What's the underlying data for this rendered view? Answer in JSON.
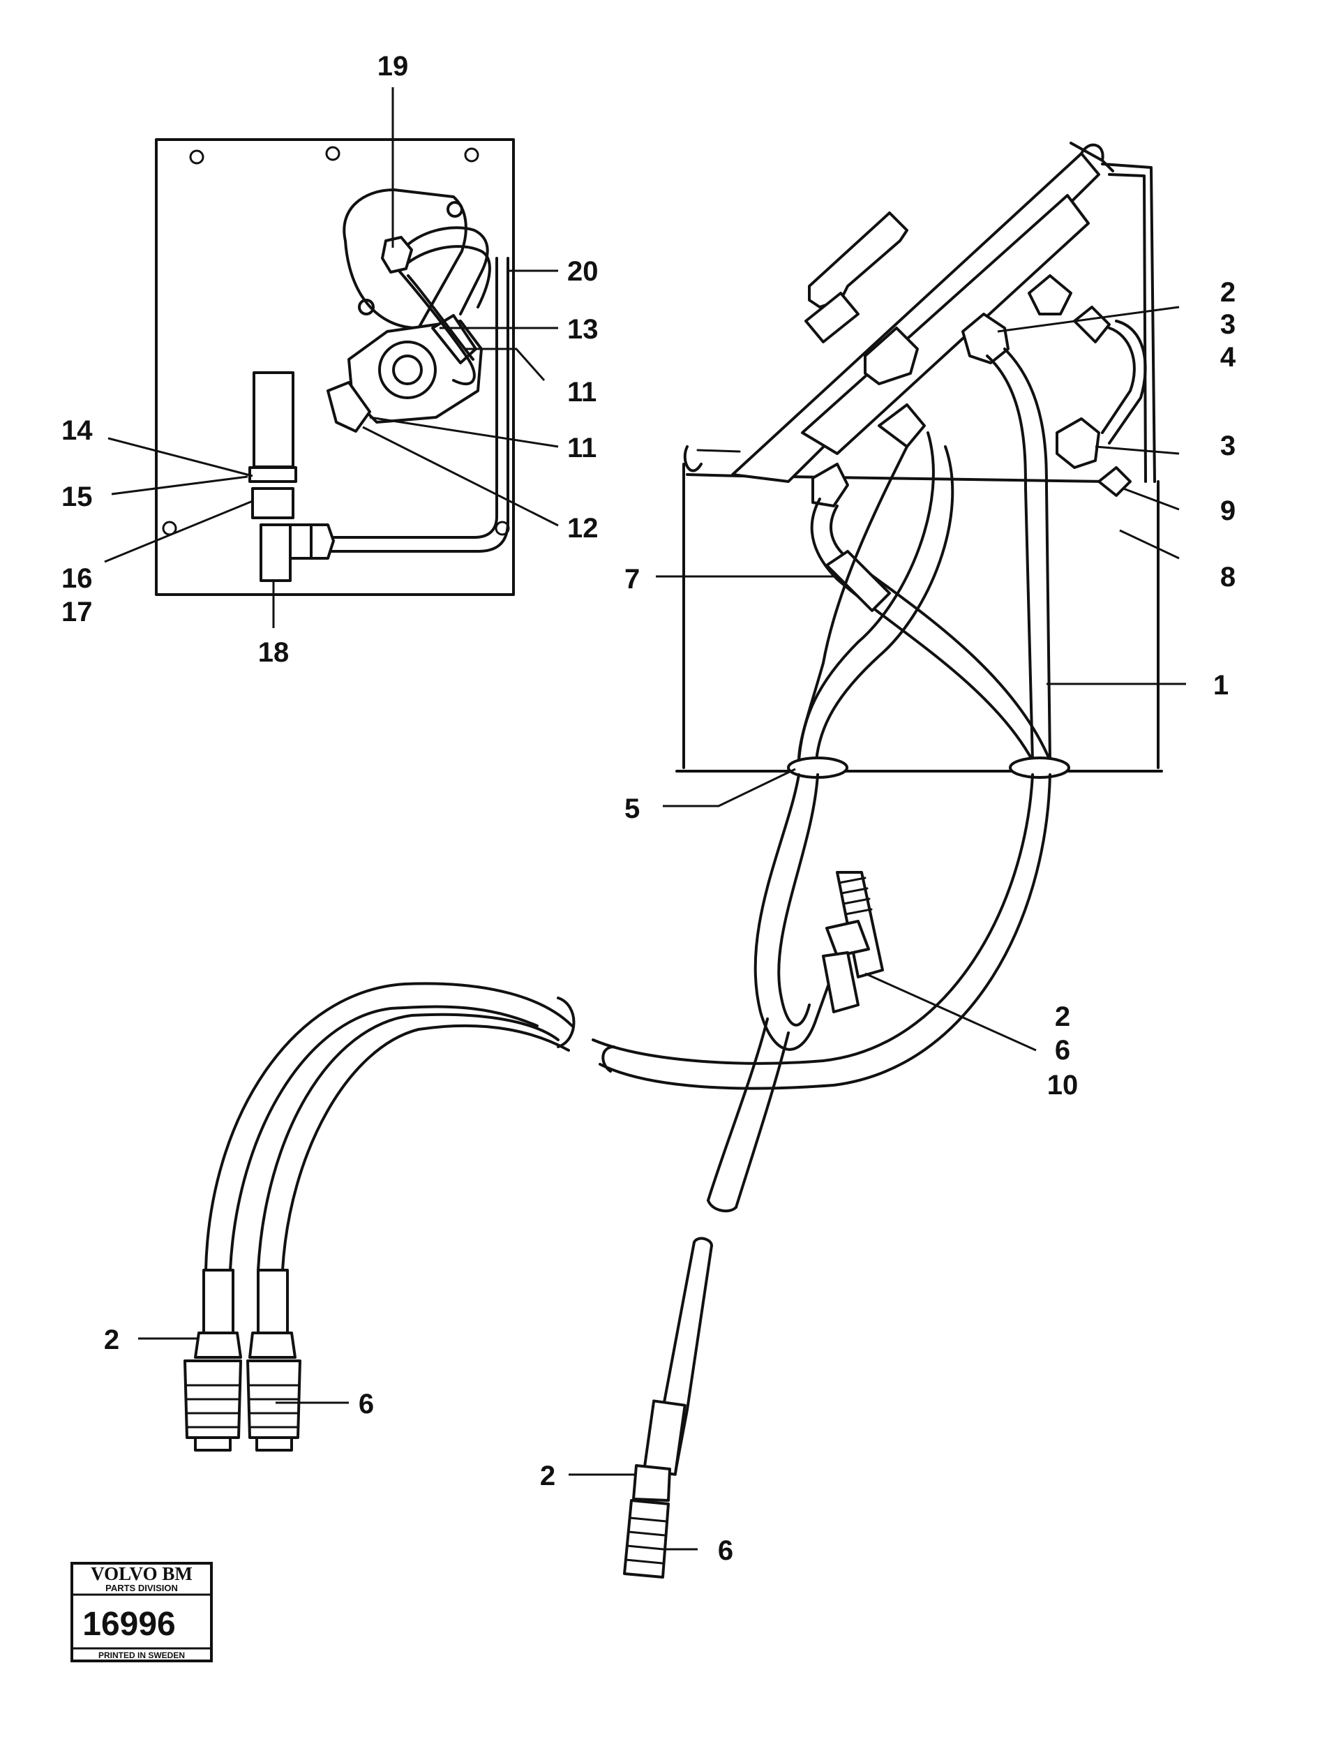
{
  "callouts": [
    {
      "id": "c19",
      "text": "19"
    },
    {
      "id": "c20",
      "text": "20"
    },
    {
      "id": "c13",
      "text": "13"
    },
    {
      "id": "c11a",
      "text": "11"
    },
    {
      "id": "c11b",
      "text": "11"
    },
    {
      "id": "c12",
      "text": "12"
    },
    {
      "id": "c14",
      "text": "14"
    },
    {
      "id": "c15",
      "text": "15"
    },
    {
      "id": "c16",
      "text": "16"
    },
    {
      "id": "c17",
      "text": "17"
    },
    {
      "id": "c18",
      "text": "18"
    },
    {
      "id": "c2a",
      "text": "2"
    },
    {
      "id": "c3a",
      "text": "3"
    },
    {
      "id": "c4",
      "text": "4"
    },
    {
      "id": "c3b",
      "text": "3"
    },
    {
      "id": "c9",
      "text": "9"
    },
    {
      "id": "c8",
      "text": "8"
    },
    {
      "id": "c7",
      "text": "7"
    },
    {
      "id": "c1",
      "text": "1"
    },
    {
      "id": "c5",
      "text": "5"
    },
    {
      "id": "c2b",
      "text": "2"
    },
    {
      "id": "c6a",
      "text": "6"
    },
    {
      "id": "c10",
      "text": "10"
    },
    {
      "id": "c2c",
      "text": "2"
    },
    {
      "id": "c6b",
      "text": "6"
    },
    {
      "id": "c2d",
      "text": "2"
    },
    {
      "id": "c6c",
      "text": "6"
    }
  ],
  "stamp": {
    "brand": "VOLVO BM",
    "division": "PARTS DIVISION",
    "number": "16996",
    "footer": "PRINTED IN SWEDEN"
  }
}
